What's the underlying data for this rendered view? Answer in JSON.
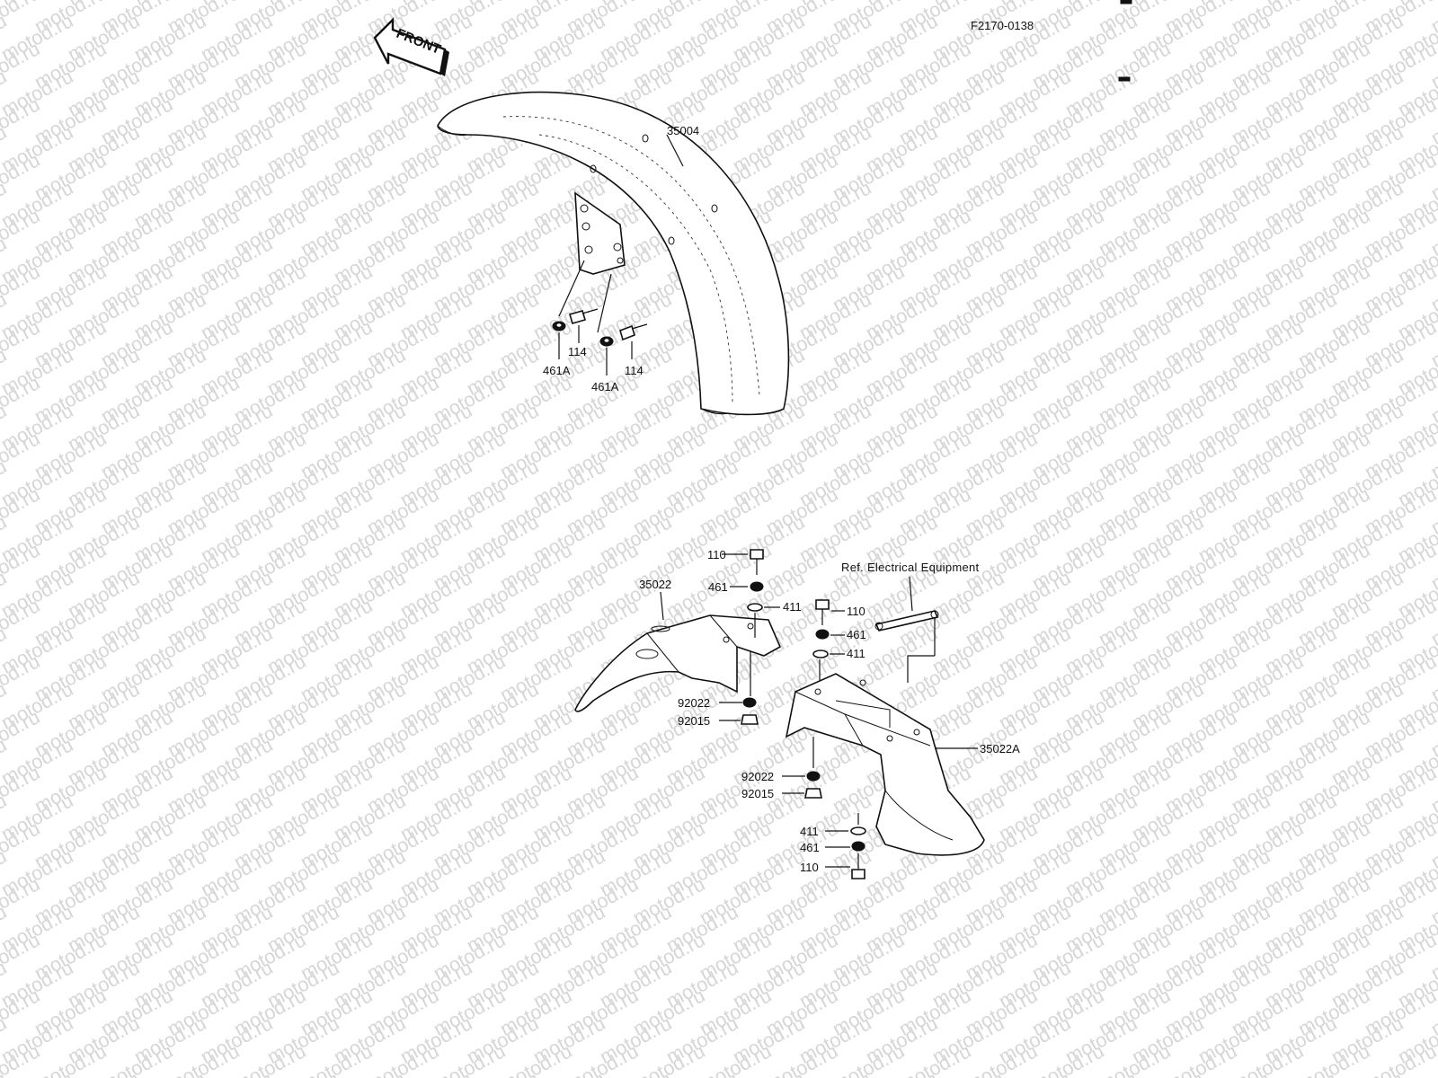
{
  "diagram": {
    "figure_code": "F2170-0138",
    "front_label": "FRONT",
    "watermark": "motod.ru",
    "ref_note": "Ref. Electrical Equipment",
    "labels": {
      "front_fender": "35004",
      "bolt_114_a": "114",
      "bolt_114_b": "114",
      "washer_461a_a": "461A",
      "washer_461a_b": "461A",
      "front_flap": "35022",
      "rear_flap": "35022A",
      "bolt_110_top": "110",
      "washer_461_top": "461",
      "washer_411_top": "411",
      "bolt_110_mid": "110",
      "washer_461_mid": "461",
      "washer_411_mid": "411",
      "grommet_92022_a": "92022",
      "nut_92015_a": "92015",
      "grommet_92022_b": "92022",
      "nut_92015_b": "92015",
      "washer_411_low": "411",
      "washer_461_low": "461",
      "bolt_110_low": "110"
    }
  }
}
